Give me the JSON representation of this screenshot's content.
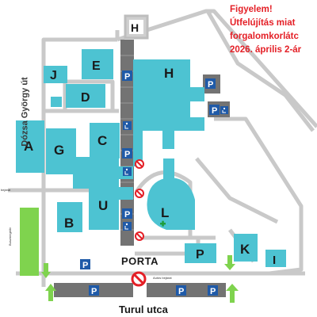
{
  "warning": {
    "line1": "Figyelem!",
    "line2": "Útfelújítás miat",
    "line3": "forgalomkorlátc",
    "line4": "2026. április 2-ár"
  },
  "streets": {
    "main": "Turul utca",
    "side": "Dózsa György út"
  },
  "gate_label": "PORTA",
  "small_labels": {
    "bejarat_left": "bejárat",
    "buszmegallo": "Buszmegálló",
    "autos_bejarat": "Autós bejárat"
  },
  "buildings": {
    "A": "A",
    "B": "B",
    "C": "C",
    "D": "D",
    "E": "E",
    "G": "G",
    "H_top": "H",
    "H": "H",
    "I": "I",
    "J": "J",
    "K": "K",
    "L": "L",
    "P": "P",
    "U": "U"
  },
  "parking_symbol": "P",
  "colors": {
    "building": "#4dc3d2",
    "road": "#c9c9c9",
    "parking_lot": "#737373",
    "parking_sign": "#1f5aa8",
    "bus_stop": "#7fd34e",
    "arrow": "#7fd34e",
    "warning_text": "#e41f26",
    "no_entry": "#e41f26",
    "first_aid": "#1e9e3c"
  },
  "icons": {
    "parking": "parking-sign-icon",
    "disabled": "disabled-parking-icon",
    "no_entry": "no-entry-icon",
    "first_aid": "first-aid-cross-icon",
    "arrow": "entry-arrow-icon"
  }
}
